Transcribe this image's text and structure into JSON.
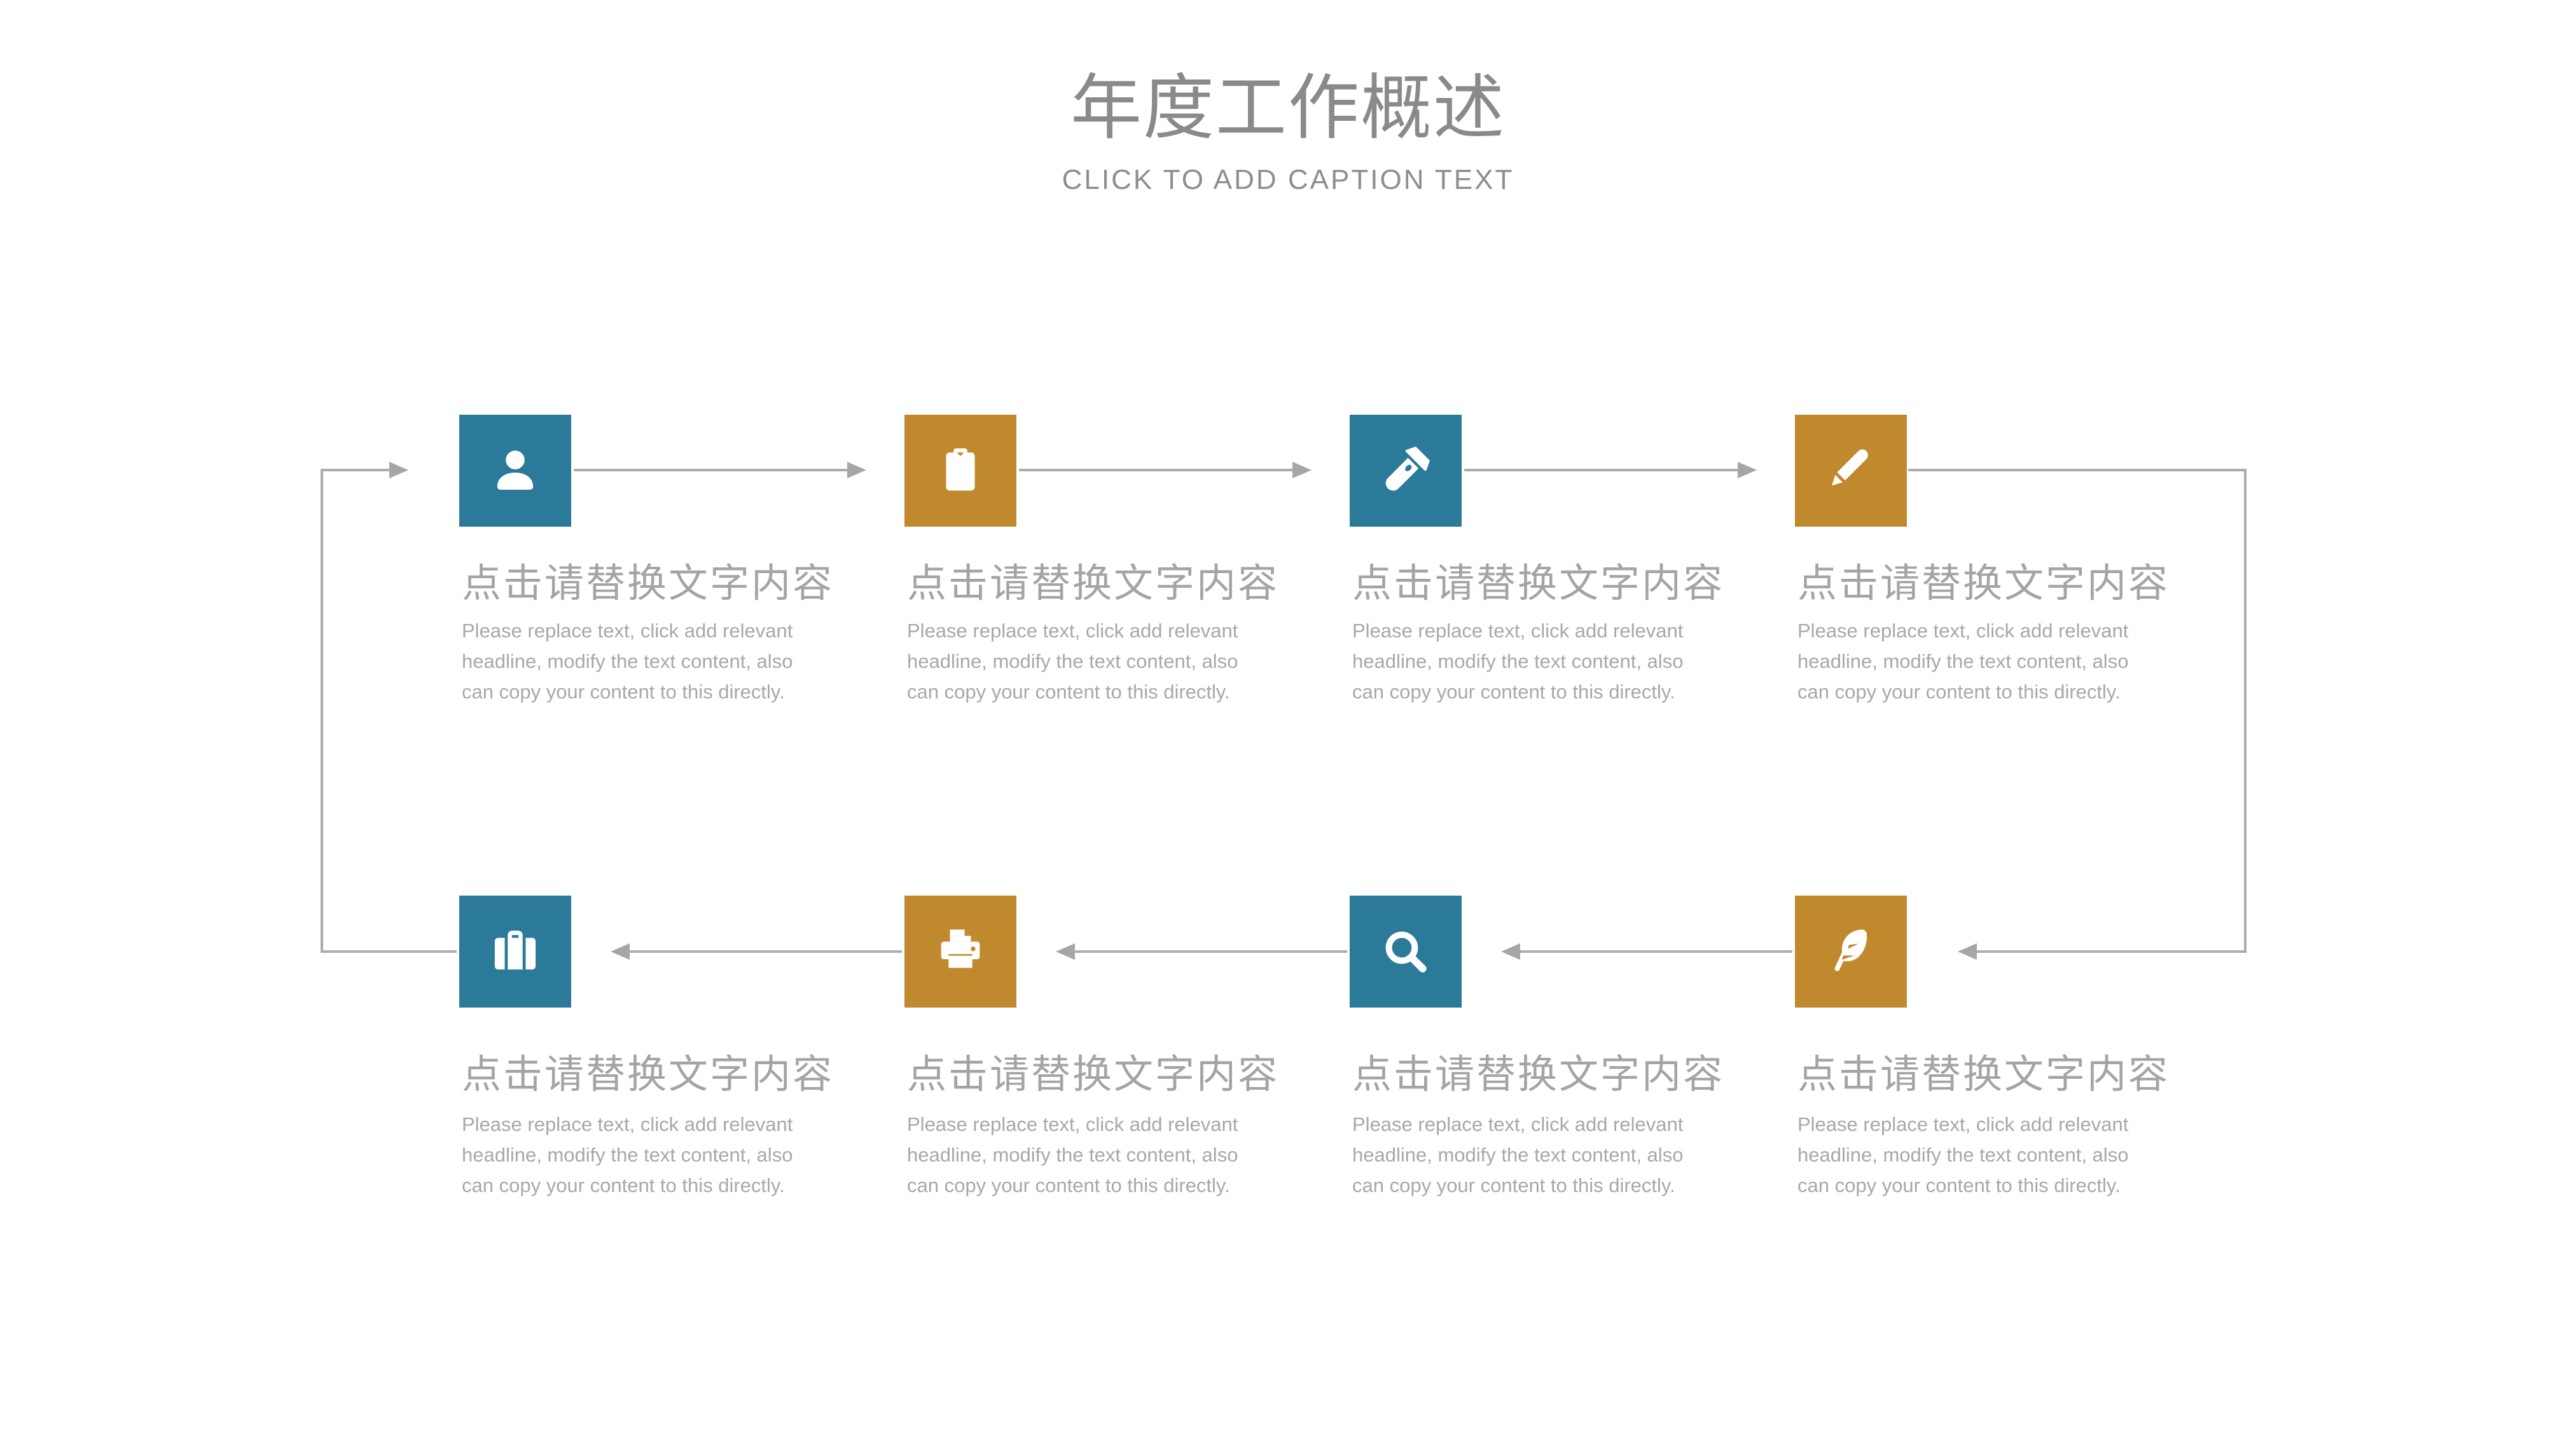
{
  "slide": {
    "title": "年度工作概述",
    "caption": "CLICK TO ADD CAPTION TEXT"
  },
  "colors": {
    "teal": "#2C7A99",
    "orange": "#C1892E",
    "connector": "#ACACAC",
    "title_text": "#8A8A8A",
    "caption_text": "#8E8E8E",
    "heading_text": "#A4A4A4",
    "body_text": "#A8A8A8",
    "icon_glyph": "#FFFFFF"
  },
  "flow": {
    "top_row_direction": "left-to-right",
    "bottom_row_direction": "right-to-left",
    "loop": "closed"
  },
  "items": [
    {
      "icon": "user-icon",
      "accent": "teal",
      "heading": "点击请替换文字内容",
      "body_lines": [
        "Please replace text, click add relevant",
        "headline, modify the text content, also",
        "can copy your content to this directly."
      ]
    },
    {
      "icon": "clipboard-icon",
      "accent": "orange",
      "heading": "点击请替换文字内容",
      "body_lines": [
        "Please replace text, click add relevant",
        "headline, modify the text content, also",
        "can copy your content to this directly."
      ]
    },
    {
      "icon": "flashlight-icon",
      "accent": "teal",
      "heading": "点击请替换文字内容",
      "body_lines": [
        "Please replace text, click add relevant",
        "headline, modify the text content, also",
        "can copy your content to this directly."
      ]
    },
    {
      "icon": "pencil-icon",
      "accent": "orange",
      "heading": "点击请替换文字内容",
      "body_lines": [
        "Please replace text, click add relevant",
        "headline, modify the text content, also",
        "can copy your content to this directly."
      ]
    },
    {
      "icon": "briefcase-icon",
      "accent": "teal",
      "heading": "点击请替换文字内容",
      "body_lines": [
        "Please replace text, click add relevant",
        "headline, modify the text content, also",
        "can copy your content to this directly."
      ]
    },
    {
      "icon": "printer-icon",
      "accent": "orange",
      "heading": "点击请替换文字内容",
      "body_lines": [
        "Please replace text, click add relevant",
        "headline, modify the text content, also",
        "can copy your content to this directly."
      ]
    },
    {
      "icon": "search-icon",
      "accent": "teal",
      "heading": "点击请替换文字内容",
      "body_lines": [
        "Please replace text, click add relevant",
        "headline, modify the text content, also",
        "can copy your content to this directly."
      ]
    },
    {
      "icon": "feather-icon",
      "accent": "orange",
      "heading": "点击请替换文字内容",
      "body_lines": [
        "Please replace text, click add relevant",
        "headline, modify the text content, also",
        "can copy your content to this directly."
      ]
    }
  ]
}
